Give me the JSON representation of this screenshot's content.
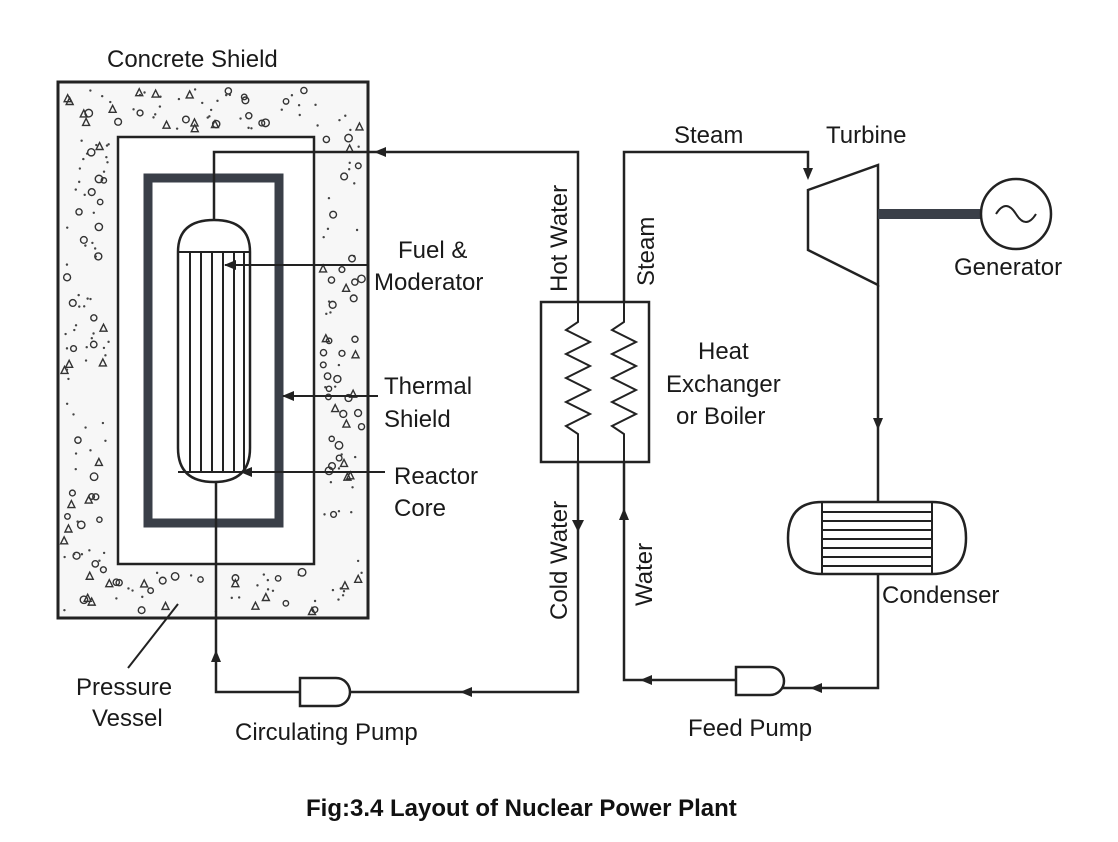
{
  "labels": {
    "concrete_shield": "Concrete Shield",
    "fuel_moderator_1": "Fuel &",
    "fuel_moderator_2": "Moderator",
    "thermal_shield_1": "Thermal",
    "thermal_shield_2": "Shield",
    "reactor_core_1": "Reactor",
    "reactor_core_2": "Core",
    "pressure_vessel_1": "Pressure",
    "pressure_vessel_2": "Vessel",
    "circulating_pump": "Circulating Pump",
    "hot_water": "Hot Water",
    "cold_water": "Cold Water",
    "steam_vertical": "Steam",
    "water_vertical": "Water",
    "heat_exchanger_1": "Heat",
    "heat_exchanger_2": "Exchanger",
    "heat_exchanger_3": "or Boiler",
    "steam_top": "Steam",
    "turbine": "Turbine",
    "generator": "Generator",
    "condenser": "Condenser",
    "feed_pump": "Feed Pump"
  },
  "caption": "Fig:3.4 Layout of Nuclear Power Plant"
}
